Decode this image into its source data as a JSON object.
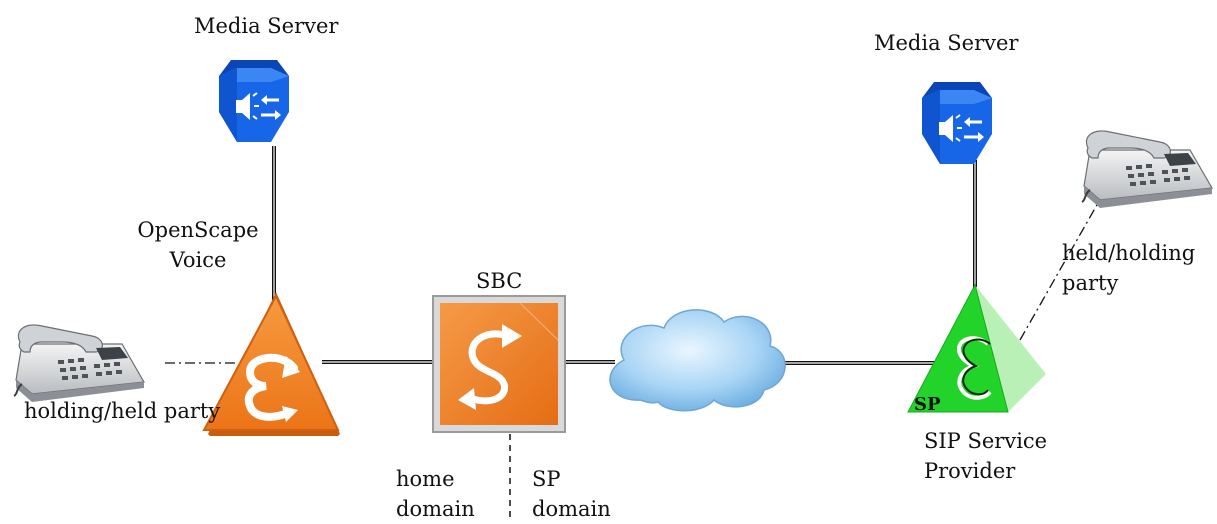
{
  "labels": {
    "media_server_left": "Media Server",
    "media_server_right": "Media Server",
    "openscape_line1": "OpenScape",
    "openscape_line2": "Voice",
    "sbc": "SBC",
    "held_holding_line1": "held/holding",
    "held_holding_line2": "party",
    "holding_held": "holding/held party",
    "home_line1": "home",
    "home_line2": "domain",
    "sp_domain_line1": "SP",
    "sp_domain_line2": "domain",
    "sip_line1": "SIP Service",
    "sip_line2": "Provider",
    "sp_badge": "SP"
  },
  "colors": {
    "media_server_blue": "#1766e8",
    "openscape_orange": "#f07a1a",
    "sbc_orange": "#ee7a1f",
    "sip_green": "#22d42a",
    "cloud_blue": "#8cc4ef",
    "line": "#111111"
  },
  "icons": [
    "media-server-icon",
    "openscape-voice-icon",
    "sbc-icon",
    "cloud-icon",
    "sip-service-provider-icon",
    "telephone-icon"
  ]
}
